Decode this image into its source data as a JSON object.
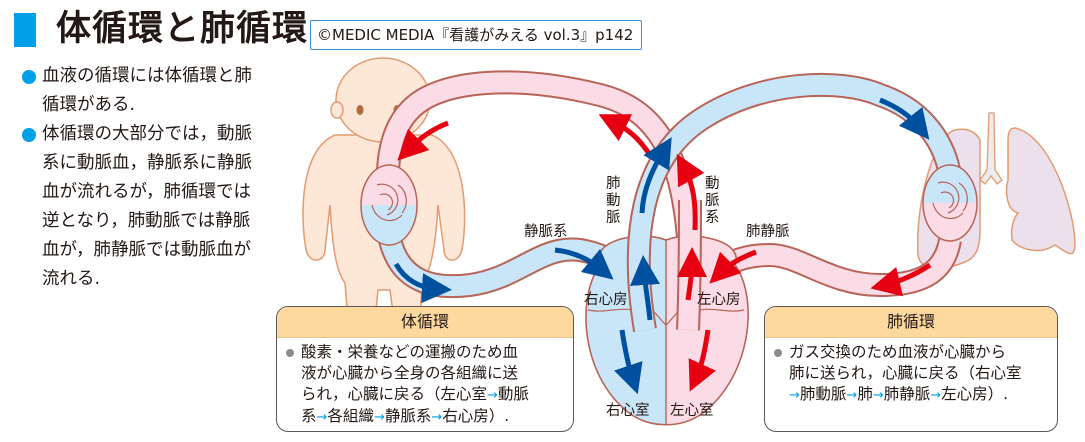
{
  "header": {
    "title": "体循環と肺循環",
    "credit": "©MEDIC MEDIA『看護がみえる vol.3』p142",
    "accent_color": "#00a0e9"
  },
  "bullets": [
    {
      "lines": [
        "血液の循環には体循環と肺",
        "循環がある."
      ]
    },
    {
      "lines": [
        "体循環の大部分では，動脈",
        "系に動脈血，静脈系に静脈",
        "血が流れるが，肺循環では",
        "逆となり，肺動脈では静脈",
        "血が，肺静脈では動脈血が",
        "流れる."
      ]
    }
  ],
  "diagram": {
    "labels": {
      "vein_system": "静脈系",
      "pulmonary_artery": [
        "肺",
        "動",
        "脈"
      ],
      "artery_system": [
        "動",
        "脈",
        "系"
      ],
      "pulmonary_vein": "肺静脈",
      "right_atrium": "右心房",
      "left_atrium": "左心房",
      "right_ventricle": "右心室",
      "left_ventricle": "左心室"
    },
    "colors": {
      "venous": "#c8e6f8",
      "arterial": "#fadbe6",
      "venous_arrow": "#0050a0",
      "arterial_arrow": "#e60012",
      "vessel_outline": "#b86458",
      "skin": "#fde7d6",
      "lung": "#ece0ec"
    }
  },
  "systemic_box": {
    "title": "体循環",
    "lines": [
      "酸素・栄養などの運搬のため血",
      "液が心臓から全身の各組織に送",
      [
        "られ，心臓に戻る（左心室",
        "→",
        "動脈"
      ],
      [
        "系",
        "→",
        "各組織",
        "→",
        "静脈系",
        "→",
        "右心房）."
      ]
    ]
  },
  "pulmonary_box": {
    "title": "肺循環",
    "lines": [
      "ガス交換のため血液が心臓から",
      "肺に送られ，心臓に戻る（右心室",
      [
        "→",
        "肺動脈",
        "→",
        "肺",
        "→",
        "肺静脈",
        "→",
        "左心房）."
      ]
    ]
  }
}
